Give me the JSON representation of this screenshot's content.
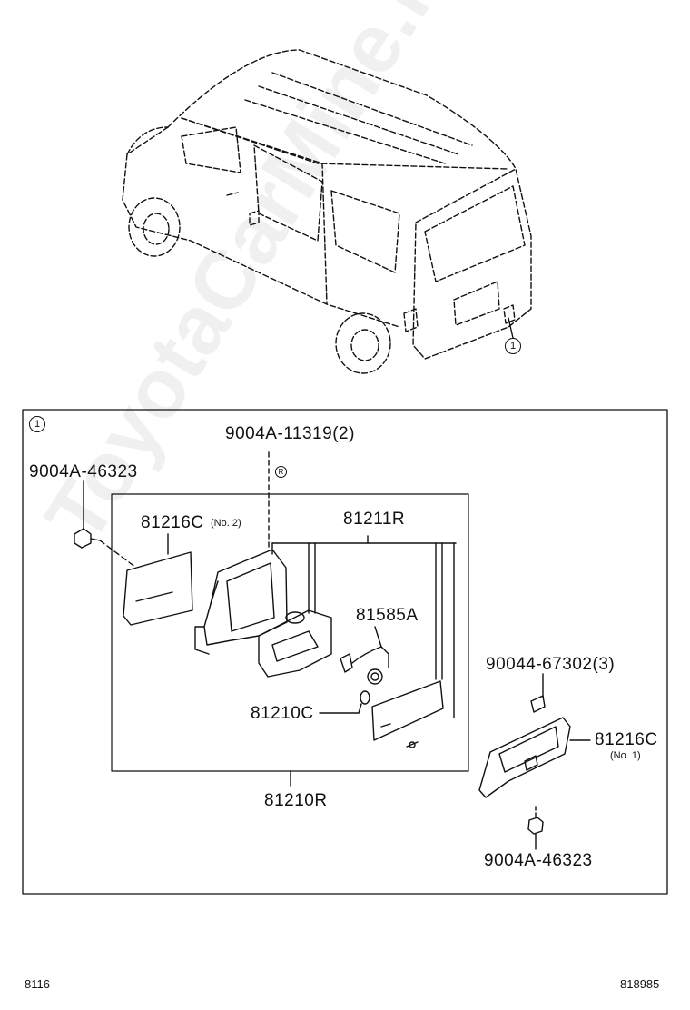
{
  "vehicle_callout": "1",
  "group_marker": "1",
  "labels": {
    "bolt_top_left": "9004A-46323",
    "grommet_top": "9004A-11319(2)",
    "gasket_no2": "81216C",
    "gasket_no2_note": "(No. 2)",
    "lamp_housing": "81211R",
    "socket_wire": "81585A",
    "bulb": "81210C",
    "assembly": "81210R",
    "screw_right": "90044-67302(3)",
    "cover_no1": "81216C",
    "cover_no1_note": "(No. 1)",
    "bolt_bottom_right": "9004A-46323",
    "r_marker": "R"
  },
  "footer": {
    "left": "8116",
    "right": "818985"
  },
  "watermark": "ToyotaCarMine.ru"
}
